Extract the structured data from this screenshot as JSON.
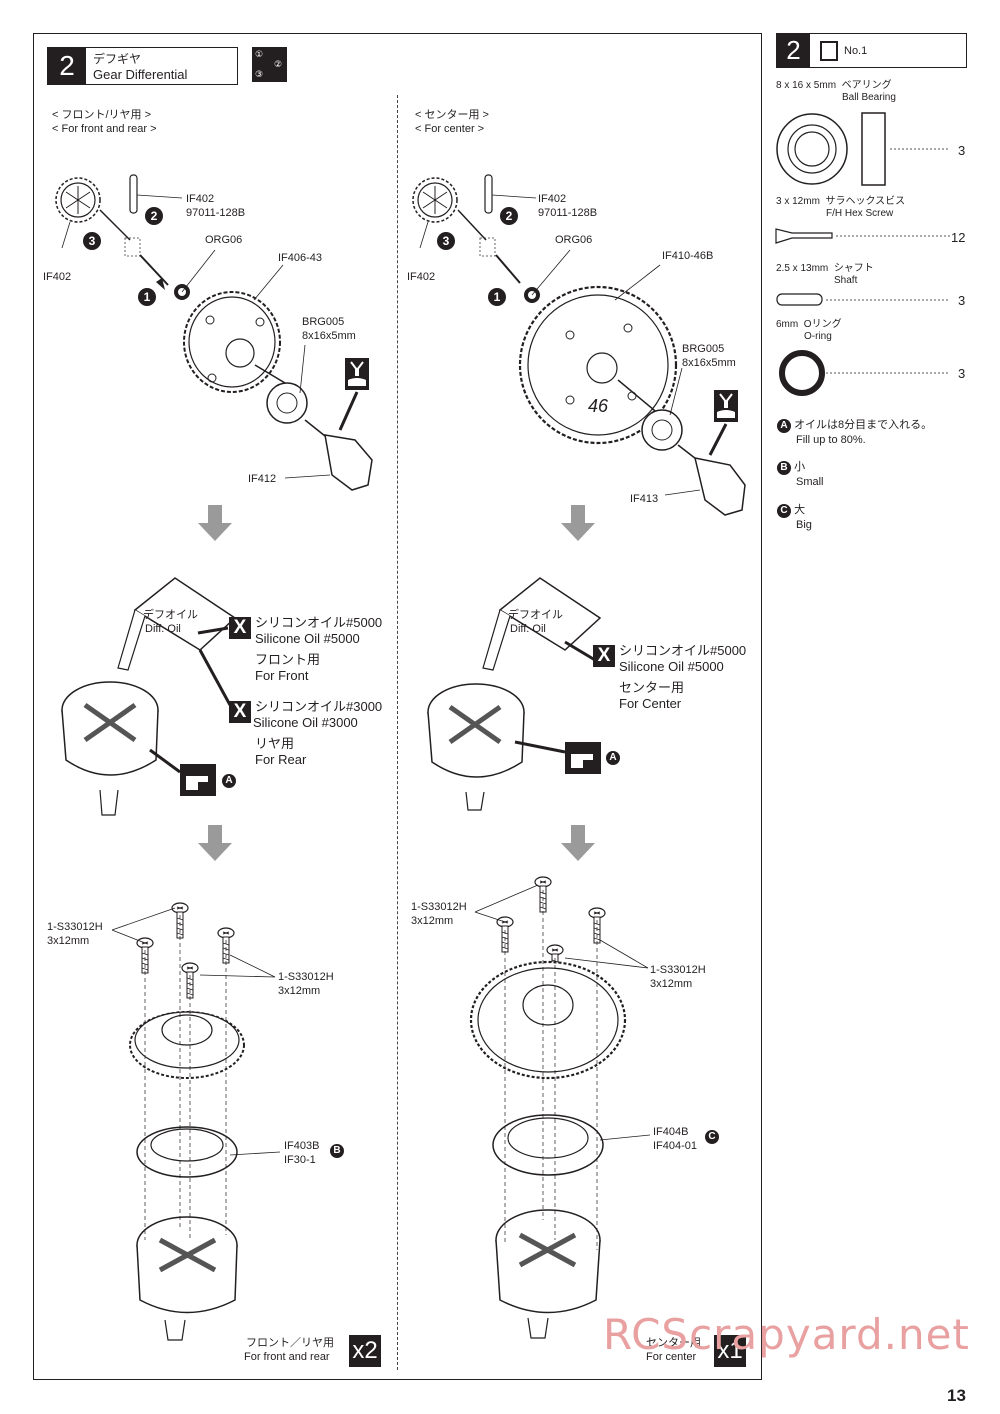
{
  "step": {
    "number": "2",
    "title_jp": "デフギヤ",
    "title_en": "Gear Differential",
    "order_labels": [
      "①",
      "②",
      "③"
    ]
  },
  "left": {
    "heading_jp": "< フロント/リヤ用 >",
    "heading_en": "< For front and rear >",
    "parts": {
      "if402_top": "IF402",
      "if402_code": "97011-128B",
      "org06": "ORG06",
      "gear": "IF406-43",
      "brg": "BRG005",
      "brg_size": "8x16x5mm",
      "if402_left": "IF402",
      "cup": "IF412"
    },
    "oil_label_jp": "デフオイル",
    "oil_label_en": "Diff. Oil",
    "oil1_jp": "シリコンオイル#5000",
    "oil1_en": "Silicone Oil #5000",
    "oil1_use_jp": "フロント用",
    "oil1_use_en": "For Front",
    "oil2_jp": "シリコンオイル#3000",
    "oil2_en": "Silicone Oil #3000",
    "oil2_use_jp": "リヤ用",
    "oil2_use_en": "For Rear",
    "screw_label_a": "1-S33012H",
    "screw_size_a": "3x12mm",
    "screw_label_b": "1-S33012H",
    "screw_size_b": "3x12mm",
    "gasket": "IF403B",
    "gasket2": "IF30-1",
    "footer_jp": "フロント／リヤ用",
    "footer_en": "For front and rear",
    "multiplier": "x2"
  },
  "right": {
    "heading_jp": "< センター用 >",
    "heading_en": "< For center >",
    "parts": {
      "if402_top": "IF402",
      "if402_code": "97011-128B",
      "org06": "ORG06",
      "gear": "IF410-46B",
      "gear_teeth": "46",
      "brg": "BRG005",
      "brg_size": "8x16x5mm",
      "if402_left": "IF402",
      "cup": "IF413"
    },
    "oil_label_jp": "デフオイル",
    "oil_label_en": "Diff. Oil",
    "oil1_jp": "シリコンオイル#5000",
    "oil1_en": "Silicone Oil #5000",
    "oil1_use_jp": "センター用",
    "oil1_use_en": "For Center",
    "screw_label_a": "1-S33012H",
    "screw_size_a": "3x12mm",
    "screw_label_b": "1-S33012H",
    "screw_size_b": "3x12mm",
    "gasket": "IF404B",
    "gasket2": "IF404-01",
    "footer_jp": "センター用",
    "footer_en": "For center",
    "multiplier": "x1"
  },
  "sidebar": {
    "number": "2",
    "bag": "No.1",
    "parts": [
      {
        "size": "8 x 16 x 5mm",
        "jp": "ベアリング",
        "en": "Ball Bearing",
        "qty": "3"
      },
      {
        "size": "3 x 12mm",
        "jp": "サラヘックスビス",
        "en": "F/H Hex Screw",
        "qty": "12"
      },
      {
        "size": "2.5 x 13mm",
        "jp": "シャフト",
        "en": "Shaft",
        "qty": "3"
      },
      {
        "size": "6mm",
        "jp": "Oリング",
        "en": "O-ring",
        "qty": "3"
      }
    ],
    "notes": [
      {
        "badge": "A",
        "jp": "オイルは8分目まで入れる。",
        "en": "Fill up to 80%."
      },
      {
        "badge": "B",
        "jp": "小",
        "en": "Small"
      },
      {
        "badge": "C",
        "jp": "大",
        "en": "Big"
      }
    ]
  },
  "badges": {
    "one": "1",
    "two": "2",
    "three": "3",
    "a": "A",
    "b": "B",
    "c": "C",
    "x": "X"
  },
  "watermark": "RCScrapyard.net",
  "page_number": "13"
}
